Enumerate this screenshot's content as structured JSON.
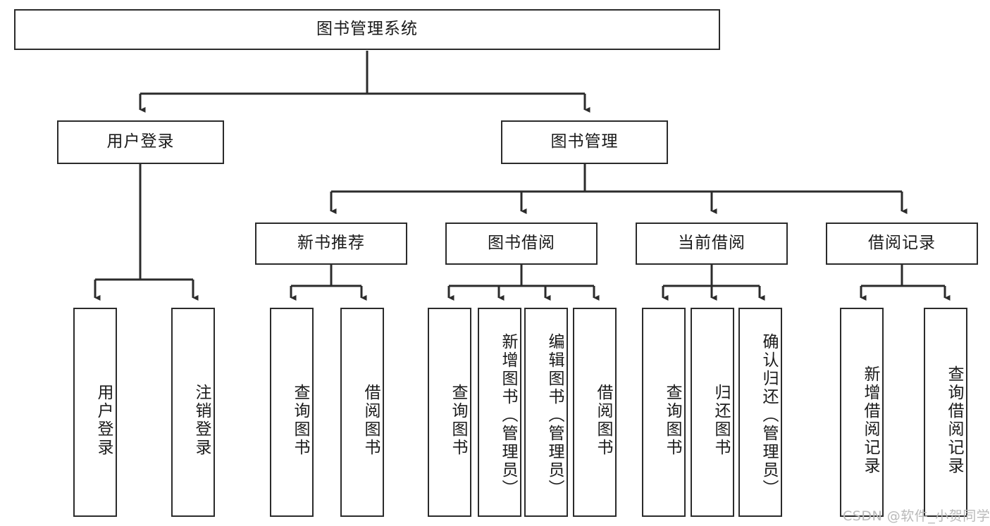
{
  "diagram": {
    "type": "tree",
    "root": {
      "id": "root",
      "label": "图书管理系统"
    },
    "level2": [
      {
        "id": "user-login",
        "label": "用户登录"
      },
      {
        "id": "book-manage",
        "label": "图书管理"
      }
    ],
    "level3": [
      {
        "id": "new-book-recommend",
        "label": "新书推荐",
        "parent": "book-manage"
      },
      {
        "id": "book-borrow",
        "label": "图书借阅",
        "parent": "book-manage"
      },
      {
        "id": "current-borrow",
        "label": "当前借阅",
        "parent": "book-manage"
      },
      {
        "id": "borrow-record",
        "label": "借阅记录",
        "parent": "book-manage"
      }
    ],
    "leaves": [
      {
        "id": "leaf-user-login",
        "label": "用户登录",
        "parent": "user-login"
      },
      {
        "id": "leaf-user-logout",
        "label": "注销登录",
        "parent": "user-login"
      },
      {
        "id": "leaf-query-book-1",
        "label": "查询图书",
        "parent": "new-book-recommend"
      },
      {
        "id": "leaf-borrow-book-1",
        "label": "借阅图书",
        "parent": "new-book-recommend"
      },
      {
        "id": "leaf-query-book-2",
        "label": "查询图书",
        "parent": "book-borrow"
      },
      {
        "id": "leaf-add-book",
        "label": "新增图书（管理员）",
        "parent": "book-borrow"
      },
      {
        "id": "leaf-edit-book",
        "label": "编辑图书（管理员）",
        "parent": "book-borrow"
      },
      {
        "id": "leaf-borrow-book-2",
        "label": "借阅图书",
        "parent": "book-borrow"
      },
      {
        "id": "leaf-query-book-3",
        "label": "查询图书",
        "parent": "current-borrow"
      },
      {
        "id": "leaf-return-book",
        "label": "归还图书",
        "parent": "current-borrow"
      },
      {
        "id": "leaf-confirm-return",
        "label": "确认归还（管理员）",
        "parent": "current-borrow"
      },
      {
        "id": "leaf-add-record",
        "label": "新增借阅记录",
        "parent": "borrow-record"
      },
      {
        "id": "leaf-query-record",
        "label": "查询借阅记录",
        "parent": "borrow-record"
      }
    ]
  },
  "watermark": {
    "text": "CSDN @软件_小贺同学"
  },
  "colors": {
    "border": "#2b2b2b",
    "background": "#ffffff",
    "text": "#1a1a1a",
    "watermark": "#b9b9b9"
  }
}
